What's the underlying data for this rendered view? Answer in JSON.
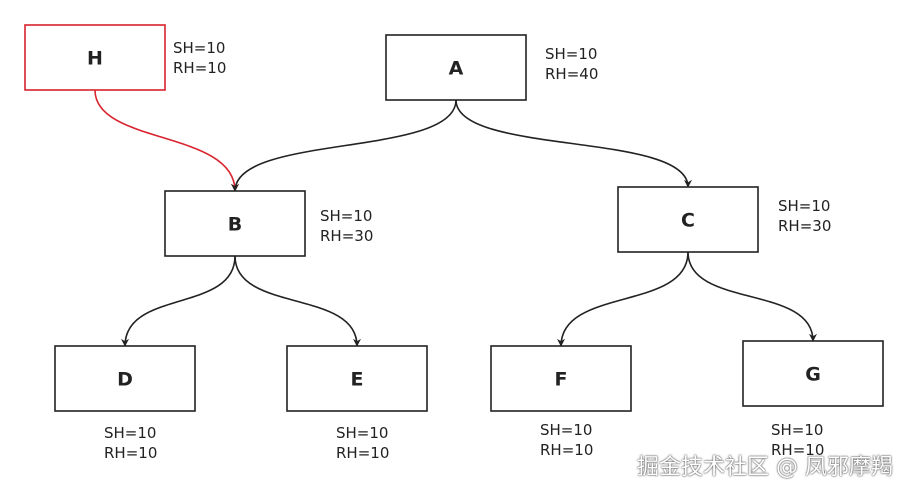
{
  "colors": {
    "node_border": "#222222",
    "highlight_border": "#d9232e",
    "edge": "#222222",
    "highlight_edge": "#d9232e",
    "background": "#ffffff"
  },
  "nodes": [
    {
      "id": "H",
      "label": "H",
      "sh": "SH=10",
      "rh": "RH=10",
      "highlight": true
    },
    {
      "id": "A",
      "label": "A",
      "sh": "SH=10",
      "rh": "RH=40",
      "highlight": false
    },
    {
      "id": "B",
      "label": "B",
      "sh": "SH=10",
      "rh": "RH=30",
      "highlight": false
    },
    {
      "id": "C",
      "label": "C",
      "sh": "SH=10",
      "rh": "RH=30",
      "highlight": false
    },
    {
      "id": "D",
      "label": "D",
      "sh": "SH=10",
      "rh": "RH=10",
      "highlight": false
    },
    {
      "id": "E",
      "label": "E",
      "sh": "SH=10",
      "rh": "RH=10",
      "highlight": false
    },
    {
      "id": "F",
      "label": "F",
      "sh": "SH=10",
      "rh": "RH=10",
      "highlight": false
    },
    {
      "id": "G",
      "label": "G",
      "sh": "SH=10",
      "rh": "RH=10",
      "highlight": false
    }
  ],
  "edges": [
    {
      "from": "H",
      "to": "B",
      "highlight": true
    },
    {
      "from": "A",
      "to": "B",
      "highlight": false
    },
    {
      "from": "A",
      "to": "C",
      "highlight": false
    },
    {
      "from": "B",
      "to": "D",
      "highlight": false
    },
    {
      "from": "B",
      "to": "E",
      "highlight": false
    },
    {
      "from": "C",
      "to": "F",
      "highlight": false
    },
    {
      "from": "C",
      "to": "G",
      "highlight": false
    }
  ],
  "watermark": "掘金技术社区 @ 凤邪摩羯"
}
